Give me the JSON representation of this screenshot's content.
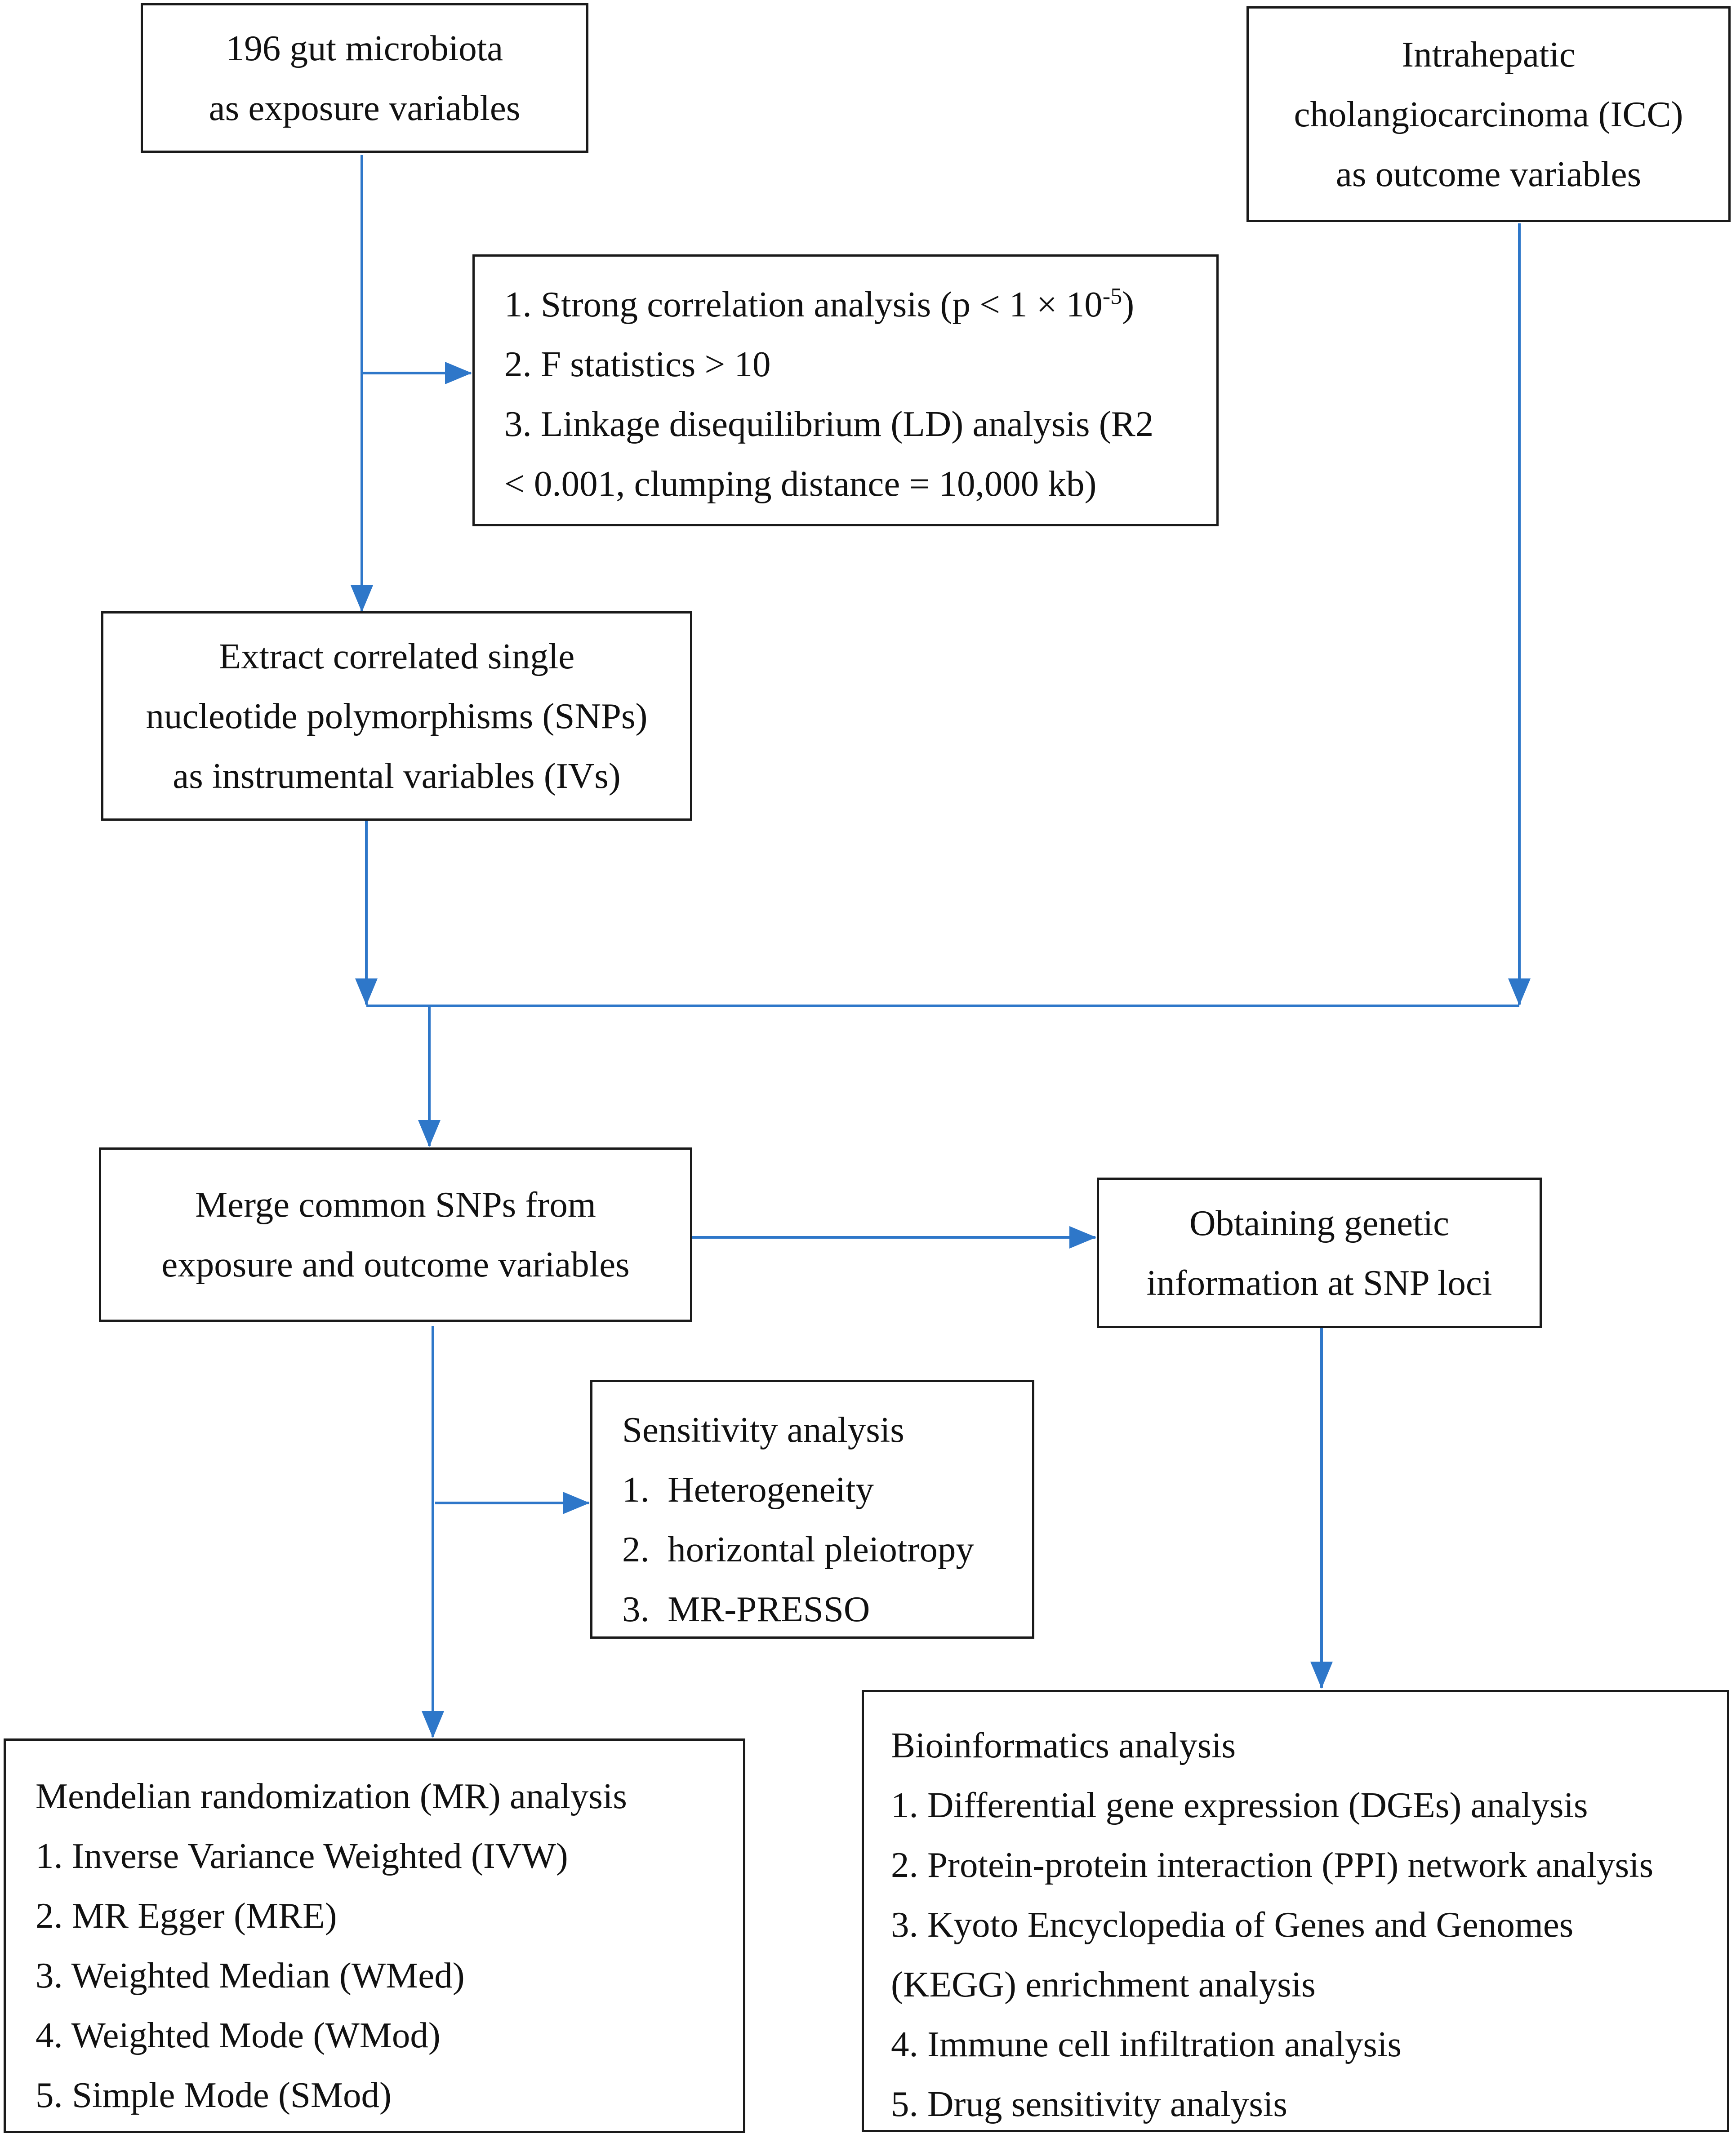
{
  "colors": {
    "arrow": "#2e77c9",
    "border": "#1a1a1a",
    "background": "#ffffff"
  },
  "exposure": {
    "lines": [
      "196 gut microbiota",
      "as exposure variables"
    ]
  },
  "outcome": {
    "lines": [
      "Intrahepatic",
      "cholangiocarcinoma (ICC)",
      "as outcome variables"
    ]
  },
  "criteria": {
    "line1_pre": "1. Strong correlation analysis (p < 1 × 10",
    "line1_sup": "-5",
    "line1_post": ")",
    "line2": "2. F statistics > 10",
    "line3": "3. Linkage disequilibrium (LD) analysis (R2",
    "line4": "< 0.001, clumping distance = 10,000 kb)"
  },
  "extract": {
    "lines": [
      "Extract correlated single",
      "nucleotide polymorphisms (SNPs)",
      "as instrumental variables (IVs)"
    ]
  },
  "merge": {
    "lines": [
      "Merge common SNPs from",
      "exposure and outcome variables"
    ]
  },
  "genetic": {
    "lines": [
      "Obtaining genetic",
      "information at SNP loci"
    ]
  },
  "sensitivity": {
    "lines": [
      "Sensitivity analysis",
      "1.  Heterogeneity",
      "2.  horizontal pleiotropy",
      "3.  MR-PRESSO"
    ]
  },
  "mr": {
    "lines": [
      "Mendelian randomization (MR) analysis",
      "1. Inverse Variance Weighted (IVW)",
      "2. MR Egger (MRE)",
      "3. Weighted Median (WMed)",
      "4. Weighted Mode (WMod)",
      "5. Simple Mode (SMod)"
    ]
  },
  "bio": {
    "lines": [
      "Bioinformatics analysis",
      "1. Differential gene expression (DGEs) analysis",
      "2. Protein-protein interaction (PPI) network analysis",
      "3. Kyoto Encyclopedia of Genes and Genomes",
      "(KEGG) enrichment analysis",
      "4. Immune cell infiltration analysis",
      "5. Drug sensitivity analysis"
    ]
  }
}
